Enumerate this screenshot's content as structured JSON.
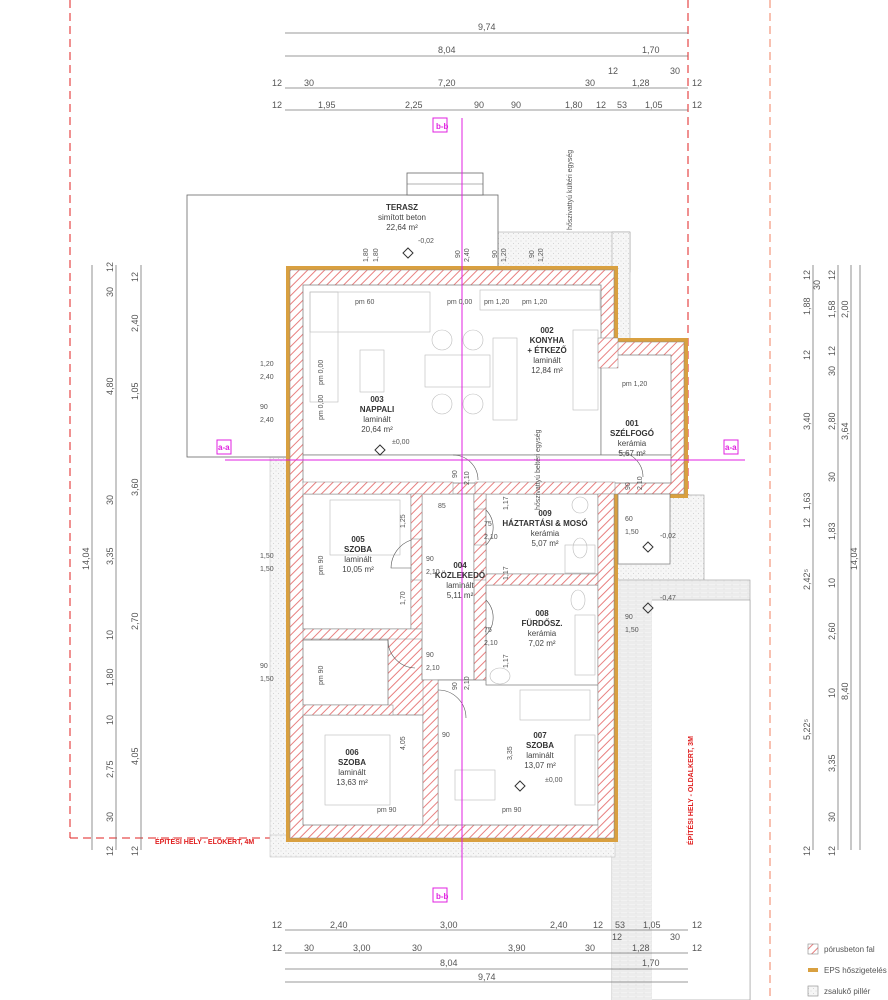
{
  "colors": {
    "wall_hatch": "#e88080",
    "eps": "#d9a040",
    "section": "#e020e0",
    "boundary": "#e02020",
    "dim_line": "#666666"
  },
  "dims_top": {
    "row1": [
      "9,74"
    ],
    "row2": [
      "8,04",
      "1,70"
    ],
    "row3": [
      "12",
      "30",
      "7,20",
      "30",
      "12",
      "1,28",
      "30",
      "12"
    ],
    "row4": [
      "12",
      "1,95",
      "2,25",
      "90",
      "90",
      "1,80",
      "12",
      "53",
      "1,05",
      "12"
    ]
  },
  "dims_bottom": {
    "row1": [
      "12",
      "2,40",
      "3,00",
      "2,40",
      "12",
      "53",
      "1,05",
      "12",
      "12",
      "30"
    ],
    "row2": [
      "12",
      "30",
      "3,00",
      "30",
      "3,90",
      "30",
      "1,28",
      "12"
    ],
    "row3": [
      "8,04",
      "1,70"
    ],
    "row4": [
      "9,74"
    ]
  },
  "dims_left": {
    "outer": [
      "14,04"
    ],
    "middle": [
      "12",
      "30",
      "4,80",
      "30",
      "3,35",
      "10",
      "1,80",
      "10",
      "2,75",
      "30",
      "12"
    ],
    "inner": [
      "12",
      "2,40",
      "1,05",
      "3,60",
      "2,70",
      "4,05",
      "12"
    ]
  },
  "dims_right": {
    "inner": [
      "12",
      "30",
      "1,88",
      "12",
      "3,40",
      "1,63",
      "12",
      "2,42⁵",
      "5,22⁵",
      "12"
    ],
    "middle": [
      "12",
      "1,58",
      "12",
      "30",
      "2,80",
      "30",
      "1,83",
      "10",
      "2,60",
      "10",
      "3,35",
      "30",
      "12"
    ],
    "outer1": [
      "2,00",
      "3,64",
      "8,40"
    ],
    "outer2": [
      "14,04"
    ]
  },
  "rooms": [
    {
      "id": "003",
      "name": "NAPPALI",
      "floor": "laminált",
      "area": "20,64 m²"
    },
    {
      "id": "002",
      "name": "KONYHA",
      "name2": "+ ÉTKEZŐ",
      "floor": "laminált",
      "area": "12,84 m²"
    },
    {
      "id": "001",
      "name": "SZÉLFOGÓ",
      "floor": "kerámia",
      "area": "5,67 m²"
    },
    {
      "id": "005",
      "name": "SZOBA",
      "floor": "laminált",
      "area": "10,05 m²"
    },
    {
      "id": "004",
      "name": "KÖZLEKEDŐ",
      "floor": "laminált",
      "area": "5,11 m²"
    },
    {
      "id": "009",
      "name": "HÁZTARTÁSI & MOSÓ",
      "floor": "kerámia",
      "area": "5,07 m²"
    },
    {
      "id": "008",
      "name": "FÜRDŐSZ.",
      "floor": "kerámia",
      "area": "7,02 m²"
    },
    {
      "id": "006",
      "name": "SZOBA",
      "floor": "laminált",
      "area": "13,63 m²"
    },
    {
      "id": "007",
      "name": "SZOBA",
      "floor": "laminált",
      "area": "13,07 m²"
    }
  ],
  "terrace": {
    "name": "TERASZ",
    "floor": "simított beton",
    "area": "22,64 m²",
    "level": "-0,02"
  },
  "levels": {
    "living": "±0,00",
    "room007": "±0,00",
    "entry": "-0,02",
    "outside": "-0,47"
  },
  "parapets": {
    "pm60": "pm 60",
    "pm000a": "pm 0,00",
    "pm120a": "pm 1,20",
    "pm120b": "pm 1,20",
    "pm000_left1": "pm 0,00",
    "pm000_left2": "pm 0,00",
    "pm120_entry": "pm 1,20",
    "pm90_005": "pm 90",
    "pm90_006a": "pm 90",
    "pm90_006b": "pm 90",
    "pm90_007": "pm 90"
  },
  "openings": {
    "top": [
      "1,80",
      "1,80",
      "90",
      "2,40",
      "90",
      "1,20",
      "90",
      "1,20"
    ],
    "left1": [
      "1,20",
      "2,40"
    ],
    "left2": [
      "90",
      "2,40"
    ],
    "left3": [
      "1,50",
      "1,50"
    ],
    "left4": [
      "90",
      "1,50"
    ],
    "entry": [
      "60",
      "1,50"
    ],
    "outdoor": [
      "90",
      "1,50"
    ],
    "door_004_005": [
      "90",
      "2,10"
    ],
    "door_004_009": [
      "75",
      "2,10"
    ],
    "door_004_008": [
      "75",
      "2,10"
    ],
    "door_006": [
      "90",
      "2,10"
    ],
    "door_hall": [
      "90",
      "2,10"
    ],
    "door_007": [
      "90",
      "2,10"
    ],
    "door_entry_top": [
      "90",
      "2,10"
    ],
    "misc": [
      "85",
      "1,25",
      "1,70",
      "4,05",
      "3,35",
      "90",
      "1,17",
      "1,17",
      "1,17"
    ]
  },
  "annotations": {
    "meter_box": "hőszivattyú kültéri egység",
    "washer_note": "hőszivattyú beltéri egység",
    "boundary_left": "ÉPÍTÉSI HELY - ELŐKERT, 4M",
    "boundary_right": "ÉPÍTÉSI HELY - OLDALKERT, 3M",
    "section_aa": "a-a",
    "section_bb": "b-b"
  },
  "legend": [
    {
      "label": "pórusbeton fal"
    },
    {
      "label": "EPS hőszigetelés"
    },
    {
      "label": "zsalukő pillér"
    }
  ]
}
